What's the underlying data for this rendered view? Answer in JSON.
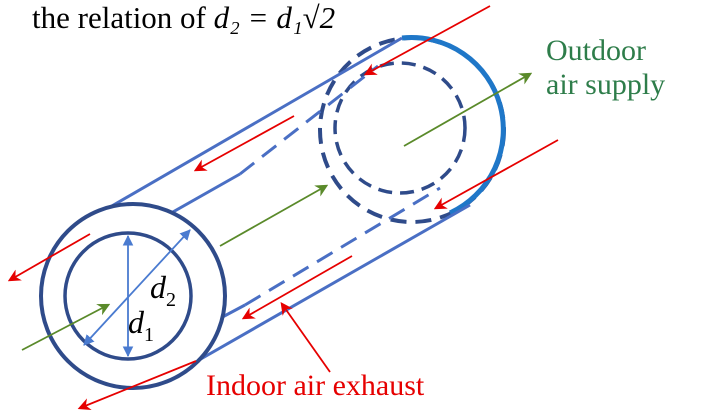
{
  "header": {
    "text": "the relation of ",
    "formula": "d₂ = d₁√2"
  },
  "labels": {
    "outdoor_line1": "Outdoor",
    "outdoor_line2": "air supply",
    "indoor": "Indoor air exhaust",
    "d2_letter": "d",
    "d2_sub": "2",
    "d1_letter": "d",
    "d1_sub": "1"
  },
  "colors": {
    "outer_duct": "#4a6fc4",
    "inner_duct": "#2f4b8a",
    "outer_circle_far": "#1f77c8",
    "exhaust": "#e60000",
    "supply": "#2e7d32",
    "supply_text": "#2e7d4a",
    "dimension": "#4a7bd0"
  }
}
